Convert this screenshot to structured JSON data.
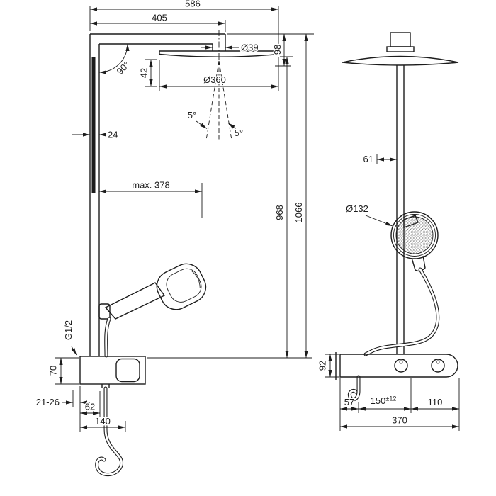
{
  "colors": {
    "ink": "#1c1c1c",
    "paper": "#ffffff"
  },
  "front_view": {
    "total_width": "586",
    "arm_length": "405",
    "arm_diameter": "Ø39",
    "head_height": "98",
    "arm_angle": "90°",
    "head_to_spray_plane": "42",
    "spray_diameter": "Ø360",
    "spray_tilt_left": "5°",
    "spray_tilt_right": "5°",
    "bar_width": "24",
    "handshower_reach": "max. 378",
    "height_to_overhead": "968",
    "overall_height": "1066",
    "connection_thread": "G1/2",
    "valve_height": "70",
    "wall_clearance": "21-26",
    "hose_outlet_offset": "62",
    "valve_width": "140"
  },
  "side_view": {
    "pipe_offset": "61",
    "handshower_diameter": "Ø132",
    "shelf_height": "92",
    "hose_offset": "57",
    "port_spacing_value": "150",
    "port_spacing_tolerance": "±12",
    "knob_spacing": "110",
    "shelf_width": "370"
  }
}
